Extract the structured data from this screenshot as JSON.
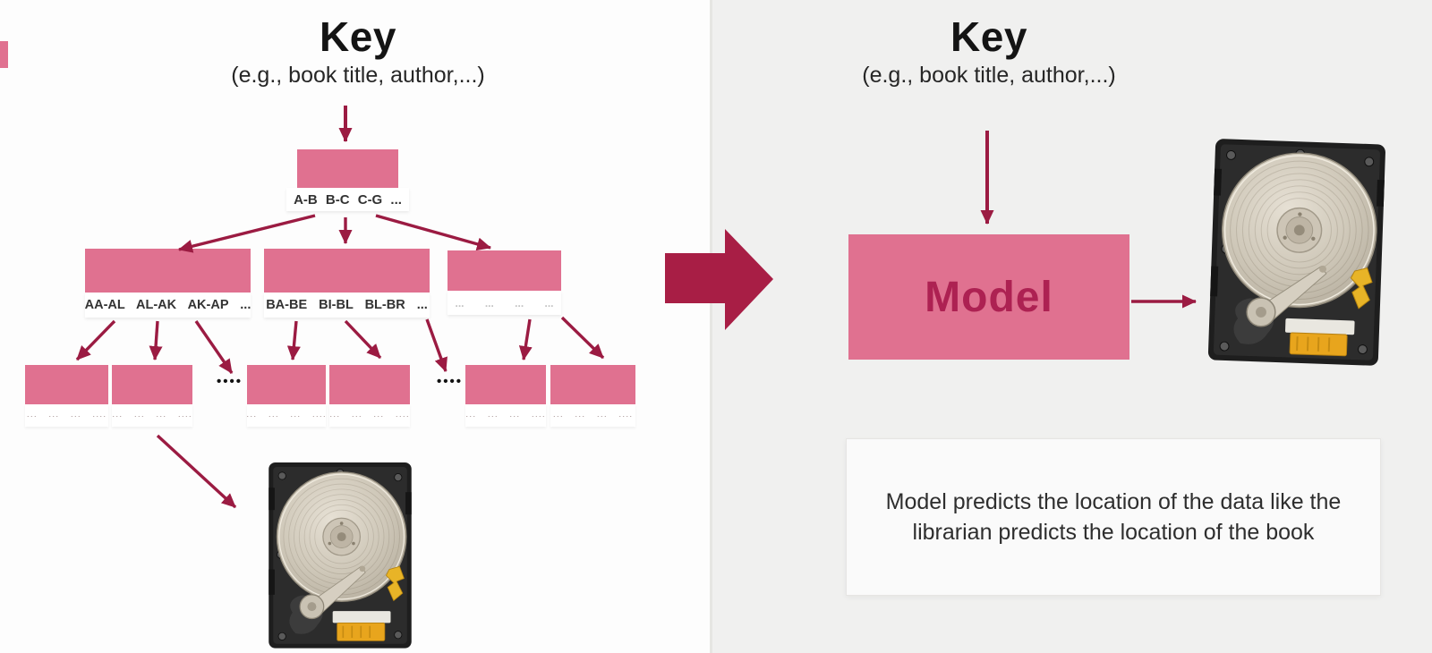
{
  "left_slide": {
    "title": "Key",
    "subtitle": "(e.g., book title, author,...)",
    "root_label": "A-B B-C C-G ...",
    "level2_labels": [
      "AA-AL AL-AK AK-AP ...",
      "BA-BE BI-BL BL-BR ...",
      "... ... ... ..."
    ],
    "level3_label": "··· ··· ··· ····",
    "gap_dots": "••••",
    "storage_icon": "hard-disk-drive"
  },
  "center": {
    "transform_arrow_icon": "right-arrow"
  },
  "right_slide": {
    "title": "Key",
    "subtitle": "(e.g., book title, author,...)",
    "model_label": "Model",
    "caption": "Model predicts the location of the data like the librarian predicts the location of the book",
    "storage_icon": "hard-disk-drive"
  },
  "colors": {
    "node_pink": "#e07190",
    "arrow_red": "#9b1b42",
    "big_arrow_red": "#a81e45",
    "model_text": "#ad2152",
    "left_background": "#fdfdfd",
    "right_background": "#f0f0ef"
  }
}
